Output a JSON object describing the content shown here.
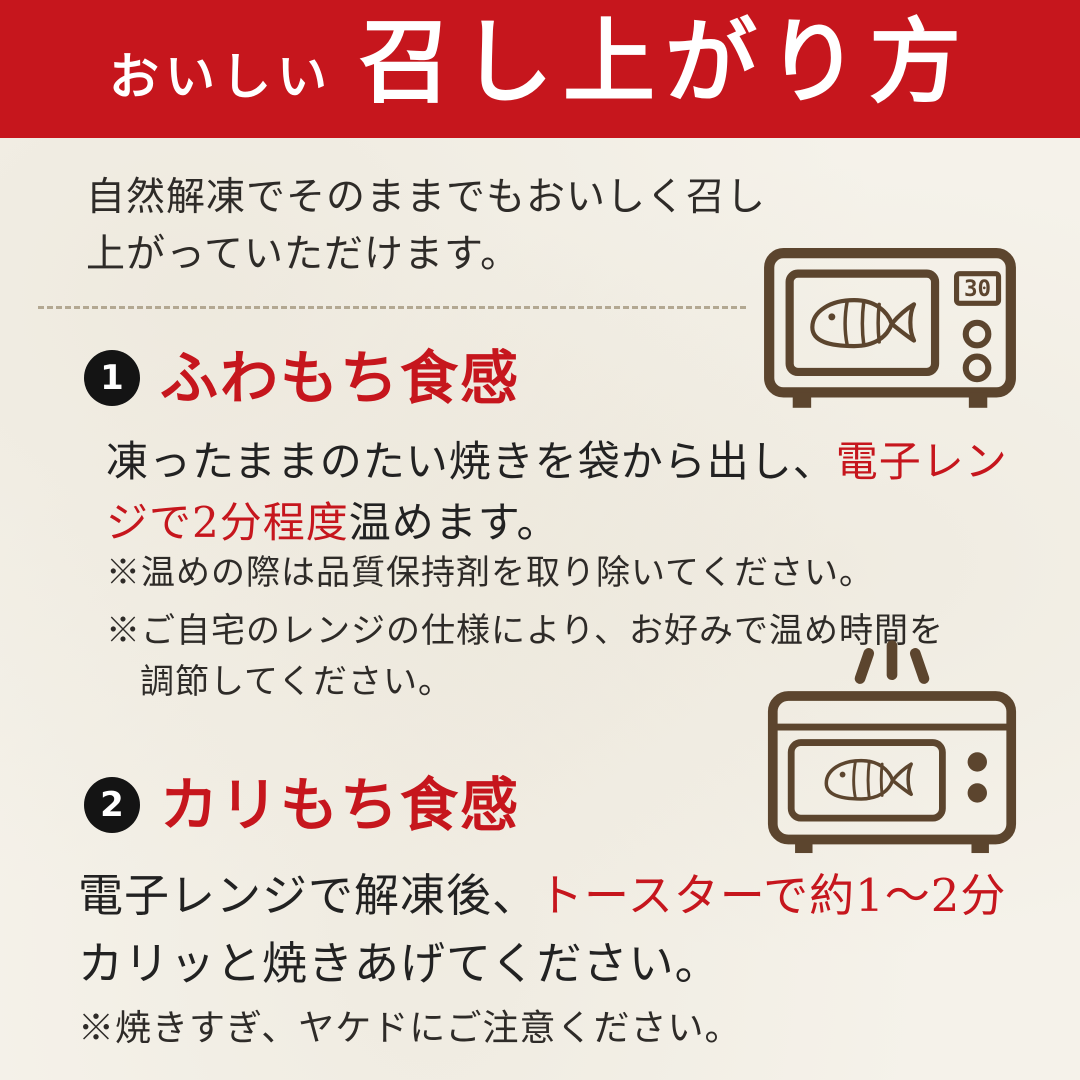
{
  "palette": {
    "banner_red": "#c6161d",
    "accent_red": "#c6161d",
    "text_dark": "#2e2b28",
    "icon_brown": "#5c452e",
    "background": "#f5f2ea"
  },
  "header": {
    "small_label": "おいしい",
    "title": "召し上がり方"
  },
  "intro": {
    "line1": "自然解凍でそのままでもおいしく召し",
    "line2": "上がっていただけます。"
  },
  "section1": {
    "badge_number": "1",
    "heading": "ふわもち食感",
    "body_line1_black": "凍ったままのたい焼きを袋から出し、",
    "body_line1_red": "電子レン",
    "body_line2_red": "ジで2分程度",
    "body_line2_black": "温めます。",
    "note1": "※温めの際は品質保持剤を取り除いてください。",
    "note2_line1": "※ご自宅のレンジの仕様により、お好みで温め時間を",
    "note2_line2": "調節してください。"
  },
  "microwave_icon": {
    "display_value": "30"
  },
  "section2": {
    "badge_number": "2",
    "heading": "カリもち食感",
    "body_line1_black": "電子レンジで解凍後、",
    "body_line1_red": "トースターで約1〜2分",
    "body_line2_black": "カリッと焼きあげてください。",
    "note1": "※焼きすぎ、ヤケドにご注意ください。"
  }
}
